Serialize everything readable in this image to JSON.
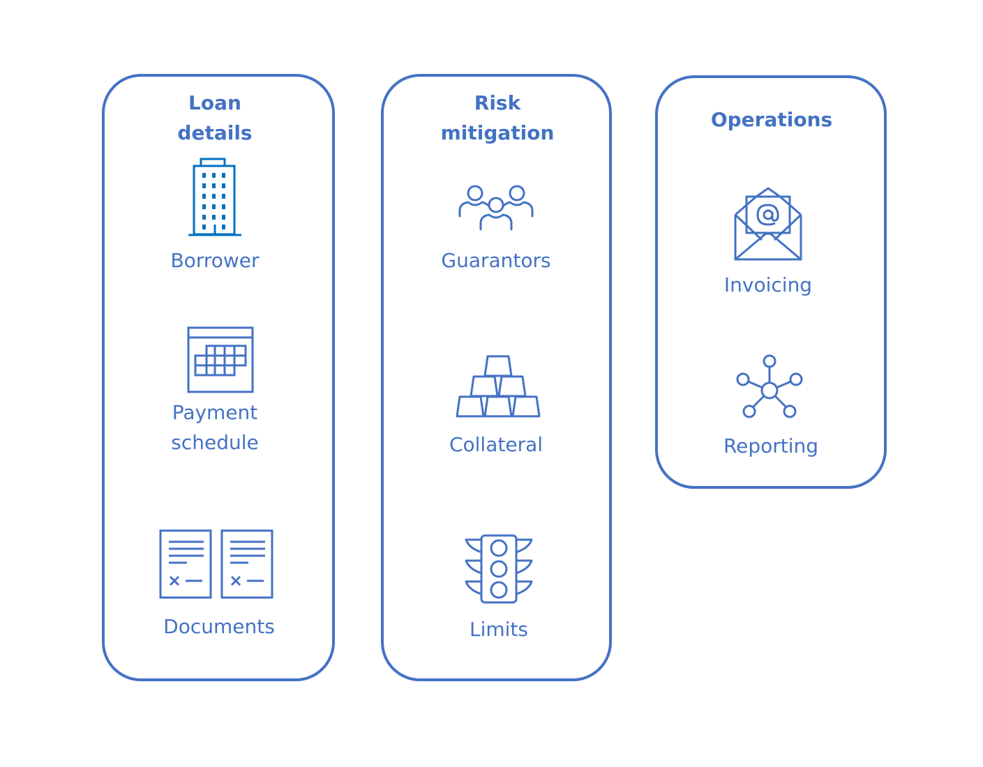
{
  "colors": {
    "accent": "#4472c4",
    "building": "#0070c0"
  },
  "columns": [
    {
      "title": "Loan\ndetails",
      "items": [
        {
          "label": "Borrower",
          "icon": "building-icon"
        },
        {
          "label": "Payment\nschedule",
          "icon": "calendar-icon"
        },
        {
          "label": "Documents",
          "icon": "documents-icon"
        }
      ]
    },
    {
      "title": "Risk\nmitigation",
      "items": [
        {
          "label": "Guarantors",
          "icon": "people-group-icon"
        },
        {
          "label": "Collateral",
          "icon": "gold-bars-icon"
        },
        {
          "label": "Limits",
          "icon": "traffic-light-icon"
        }
      ]
    },
    {
      "title": "Operations",
      "items": [
        {
          "label": "Invoicing",
          "icon": "email-envelope-icon"
        },
        {
          "label": "Reporting",
          "icon": "network-hub-icon"
        }
      ]
    }
  ]
}
